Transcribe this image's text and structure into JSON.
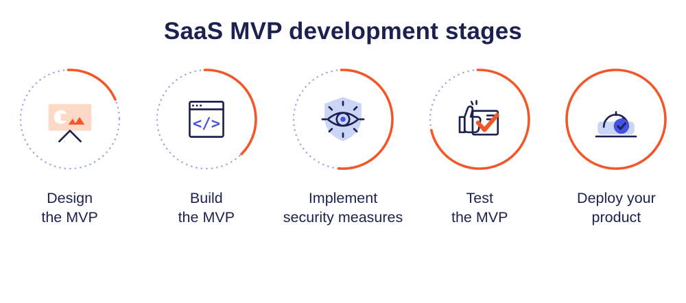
{
  "title": "SaaS MVP development stages",
  "colors": {
    "accent_orange": "#F2572A",
    "dotted_blue": "#96A8E8",
    "navy": "#1C2150",
    "blue": "#4353E8",
    "periwinkle": "#CBD5F6",
    "peach": "#FBD9C6"
  },
  "code_glyph": "</>",
  "stages": [
    {
      "icon": "design-board-icon",
      "label_line1": "Design",
      "label_line2": "the MVP",
      "progress": 0.19
    },
    {
      "icon": "code-window-icon",
      "label_line1": "Build",
      "label_line2": "the MVP",
      "progress": 0.38
    },
    {
      "icon": "security-eye-icon",
      "label_line1": "Implement",
      "label_line2": "security measures",
      "progress": 0.52
    },
    {
      "icon": "test-checklist-icon",
      "label_line1": "Test",
      "label_line2": "the MVP",
      "progress": 0.72
    },
    {
      "icon": "deploy-gauge-icon",
      "label_line1": "Deploy your",
      "label_line2": "product",
      "progress": 1
    }
  ]
}
